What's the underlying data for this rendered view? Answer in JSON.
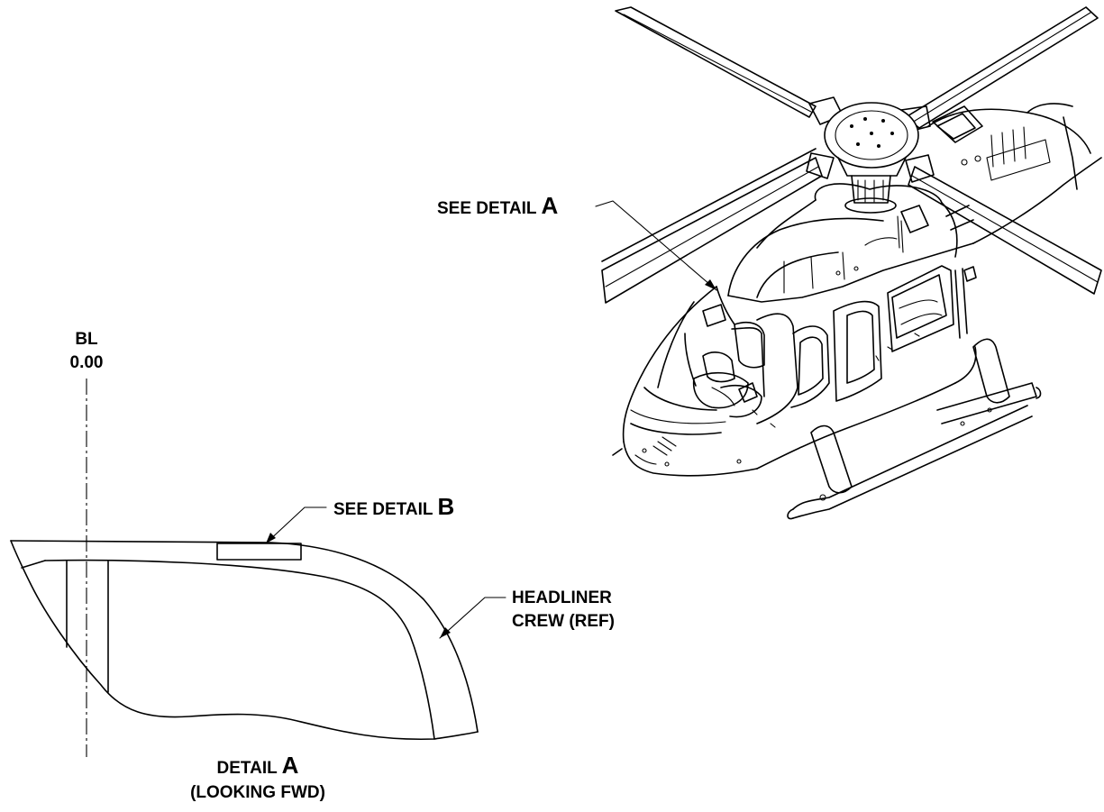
{
  "labels": {
    "see_detail_a_text": "SEE DETAIL ",
    "see_detail_a_letter": "A",
    "bl_line1": "BL",
    "bl_line2": "0.00",
    "see_detail_b_text": "SEE DETAIL ",
    "see_detail_b_letter": "B",
    "headliner_line1": "HEADLINER",
    "headliner_line2": "CREW (REF)",
    "detail_a_text": "DETAIL ",
    "detail_a_letter": "A",
    "looking_fwd": "(LOOKING FWD)"
  },
  "colors": {
    "line": "#000000",
    "background": "#ffffff"
  }
}
